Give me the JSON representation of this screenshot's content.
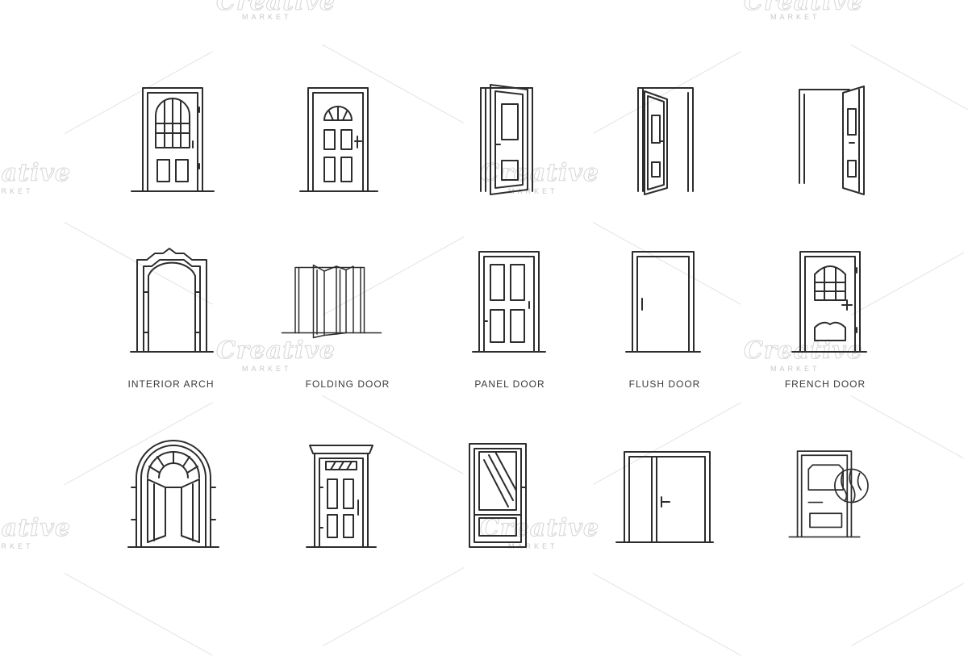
{
  "labels": {
    "interior_arch": "INTERIOR ARCH",
    "folding_door": "FOLDING DOOR",
    "panel_door": "PANEL DOOR",
    "flush_door": "FLUSH DOOR",
    "french_door": "FRENCH DOOR"
  },
  "watermark": {
    "brand": "Creative",
    "sub": "MARKET"
  },
  "colors": {
    "stroke": "#2d2d2d",
    "label": "#3a3a3a",
    "background": "#ffffff"
  }
}
